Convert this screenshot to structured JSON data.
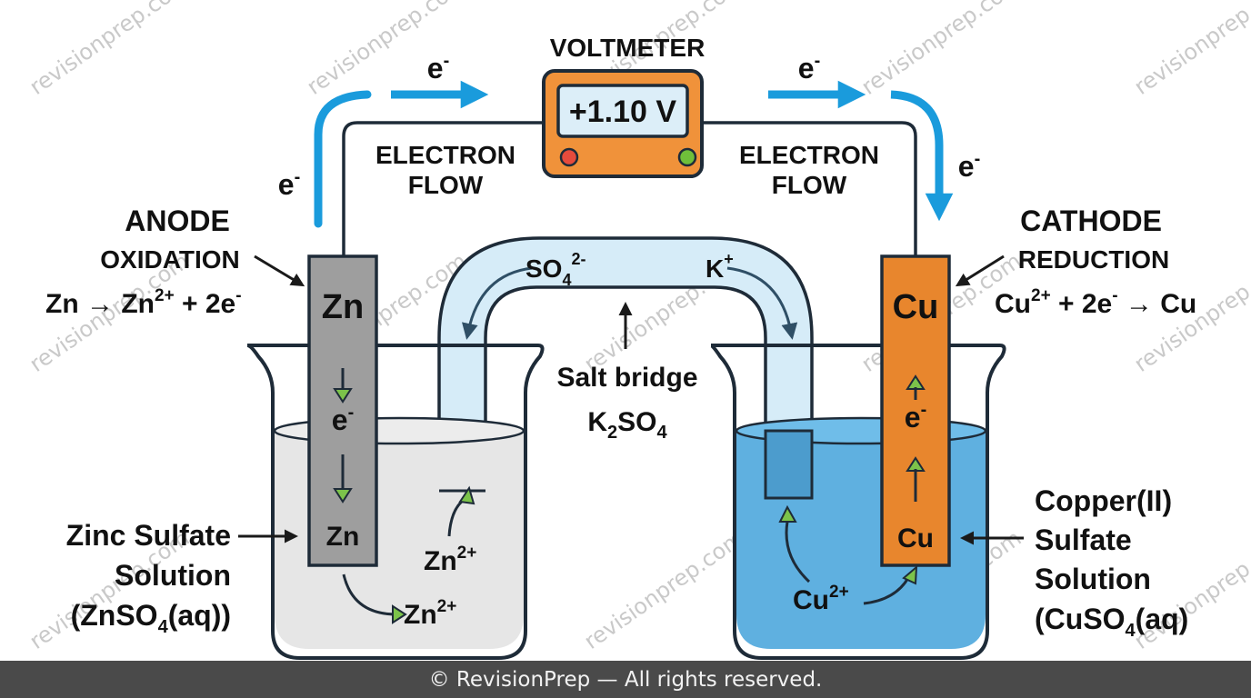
{
  "voltmeter": {
    "title": "VOLTMETER",
    "reading": "+1.10 V"
  },
  "electron_label": {
    "main": "e",
    "sup": "-"
  },
  "electron_flow_left": [
    "ELECTRON",
    "FLOW"
  ],
  "electron_flow_right": [
    "ELECTRON",
    "FLOW"
  ],
  "anode": {
    "title": "ANODE",
    "subtitle": "OXIDATION",
    "equation": {
      "p1": "Zn ",
      "arrow": "→",
      "p2": " Zn",
      "s1": "2+",
      "p3": " + 2e",
      "s2": "-"
    },
    "electrode_top": "Zn",
    "electrode_bottom": "Zn"
  },
  "cathode": {
    "title": "CATHODE",
    "subtitle": "REDUCTION",
    "equation": {
      "p1": "Cu",
      "s1": "2+",
      "p2": " + 2e",
      "s2": "-",
      "arrow": " → ",
      "p3": "Cu"
    },
    "electrode_top": "Cu",
    "electrode_bottom": "Cu"
  },
  "salt_bridge": {
    "anion": {
      "a": "SO",
      "sub": "4",
      "sup": "2-"
    },
    "cation": {
      "a": "K",
      "sup": "+"
    },
    "label": "Salt bridge",
    "formula": {
      "a": "K",
      "s1": "2",
      "b": "SO",
      "s2": "4"
    }
  },
  "ion_labels": {
    "zn2": {
      "a": "Zn",
      "sup": "2+"
    },
    "cu2": {
      "a": "Cu",
      "sup": "2+"
    }
  },
  "left_solution": {
    "line1": "Zinc Sulfate",
    "line2": "Solution",
    "line3": {
      "a": "(ZnSO",
      "sub": "4",
      "b": "(aq))"
    }
  },
  "right_solution": {
    "line1": "Copper(II)",
    "line2": "Sulfate",
    "line3": "Solution",
    "line4": {
      "a": "(CuSO",
      "sub": "4",
      "b": "(aq)"
    }
  },
  "watermark": "revisionprep.com",
  "footer": "© RevisionPrep — All rights reserved.",
  "colors": {
    "zinc": "#9e9e9e",
    "copper": "#e8862d",
    "cuso4": "#5fb0e0",
    "znso4": "#e6e6e6",
    "bridge": "#d6ecf8",
    "flow_arrow": "#1a9bdc",
    "voltmeter": "#f0923a",
    "outline": "#1e2b38"
  }
}
